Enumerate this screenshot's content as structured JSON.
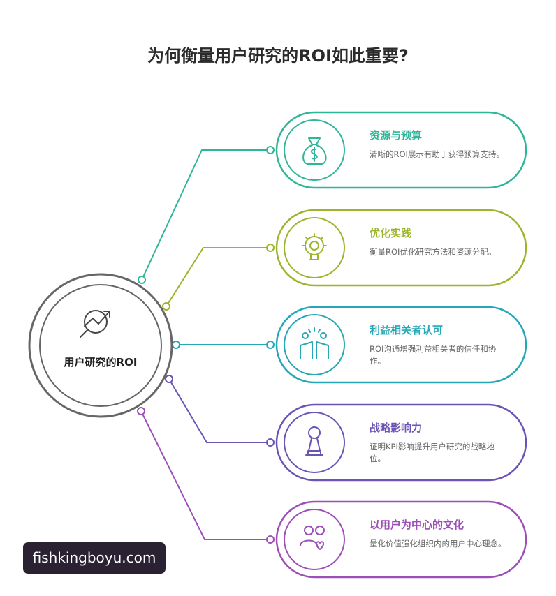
{
  "title": "为何衡量用户研究的ROI如此重要?",
  "hub": {
    "label": "用户研究的ROI",
    "icon": "magnifier-trend-icon",
    "color": "#555555"
  },
  "items": [
    {
      "title": "资源与预算",
      "desc": "清晰的ROI展示有助于获得预算支持。",
      "icon": "money-bag-icon",
      "color": "#2fb597"
    },
    {
      "title": "优化实践",
      "desc": "衡量ROI优化研究方法和资源分配。",
      "icon": "gear-bulb-icon",
      "color": "#9bb52c"
    },
    {
      "title": "利益相关者认可",
      "desc": "ROI沟通增强利益相关者的信任和协作。",
      "icon": "high-five-icon",
      "color": "#25a7b6"
    },
    {
      "title": "战略影响力",
      "desc": "证明KPI影响提升用户研究的战略地位。",
      "icon": "chess-piece-icon",
      "color": "#6b54b6"
    },
    {
      "title": "以用户为中心的文化",
      "desc": "量化价值强化组织内的用户中心理念。",
      "icon": "users-heart-icon",
      "color": "#9c4fb6"
    }
  ],
  "watermark": "fishkingboyu.com"
}
